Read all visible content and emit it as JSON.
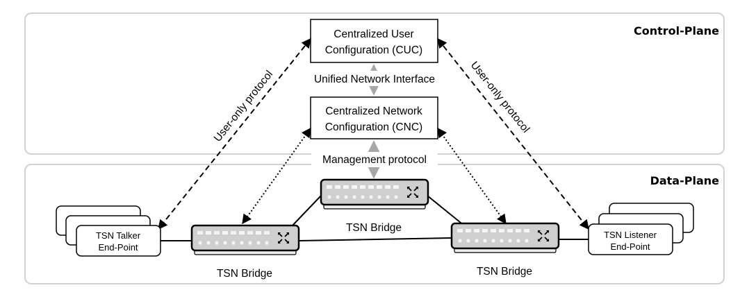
{
  "planes": {
    "control": "Control-Plane",
    "data": "Data-Plane"
  },
  "nodes": {
    "cuc": {
      "line1": "Centralized User",
      "line2": "Configuration (CUC)"
    },
    "cnc": {
      "line1": "Centralized Network",
      "line2": "Configuration (CNC)"
    },
    "talker": {
      "line1": "TSN Talker",
      "line2": "End-Point"
    },
    "listener": {
      "line1": "TSN Listener",
      "line2": "End-Point"
    },
    "bridge_top": "TSN Bridge",
    "bridge_left": "TSN Bridge",
    "bridge_right": "TSN Bridge"
  },
  "links": {
    "uni": "Unified Network Interface",
    "management": "Management protocol",
    "user_only_left": "User-only protocol",
    "user_only_right": "User-only protocol"
  },
  "colors": {
    "plane_border": "#d2d2d2",
    "bridge_fill": "#cfcfcf",
    "bridge_port": "#f5f5f5",
    "gray_link": "#a8a8a8",
    "line": "#000000"
  }
}
